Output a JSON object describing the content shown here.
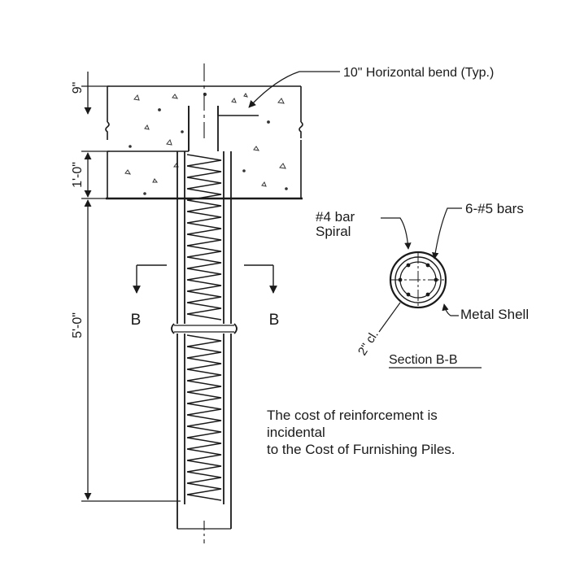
{
  "callouts": {
    "horizontal_bend": "10\" Horizontal bend (Typ.)",
    "bar_spiral_line1": "#4 bar",
    "bar_spiral_line2": "Spiral",
    "bars": "6-#5 bars",
    "metal_shell": "Metal Shell",
    "clear_cover": "2\" cl."
  },
  "dimensions": {
    "top": "9\"",
    "middle": "1'-0\"",
    "bottom": "5'-0\""
  },
  "section_markers": {
    "left": "B",
    "right": "B"
  },
  "section_title": "Section B-B",
  "note": {
    "line1": "The cost of reinforcement is",
    "line2": "incidental",
    "line3": "to the Cost of Furnishing Piles."
  }
}
